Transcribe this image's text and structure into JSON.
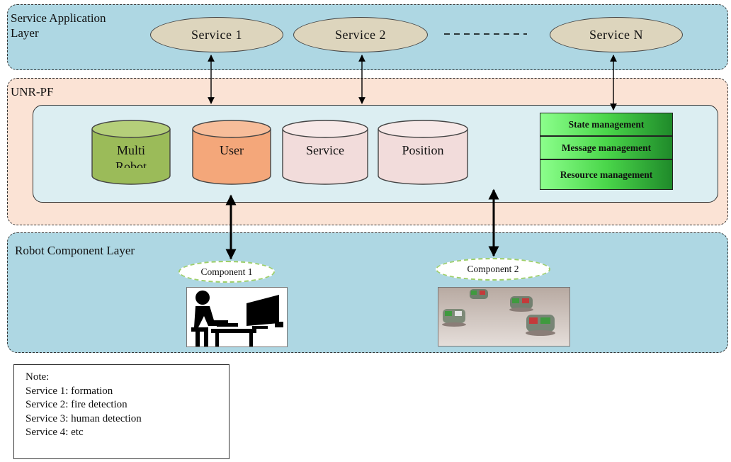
{
  "service_layer": {
    "title_line1": "Service Application",
    "title_line2": "Layer",
    "services": [
      "Service  1",
      "Service  2",
      "Service  N"
    ],
    "fill": "#aed7e3"
  },
  "platform_layer": {
    "title": "UNR-PF",
    "fill": "#fbe3d5",
    "inner_fill": "#dceef2",
    "databases": [
      {
        "label_line1": "Multi",
        "label_line2": "Robot",
        "color": "#9bbb59"
      },
      {
        "label_line1": "User",
        "label_line2": "",
        "color": "#f4a77a"
      },
      {
        "label_line1": "Service",
        "label_line2": "",
        "color": "#f2dcdb"
      },
      {
        "label_line1": "Position",
        "label_line2": "",
        "color": "#f2dcdb"
      }
    ],
    "management": [
      "State management",
      "Message management",
      "Resource management"
    ]
  },
  "component_layer": {
    "title": "Robot Component Layer",
    "fill": "#aed7e3",
    "components": [
      "Component 1",
      "Component 2"
    ]
  },
  "note": {
    "lines": [
      "Note:",
      "Service 1: formation",
      "Service 2: fire detection",
      "Service 3: human detection",
      "Service 4: etc"
    ]
  }
}
